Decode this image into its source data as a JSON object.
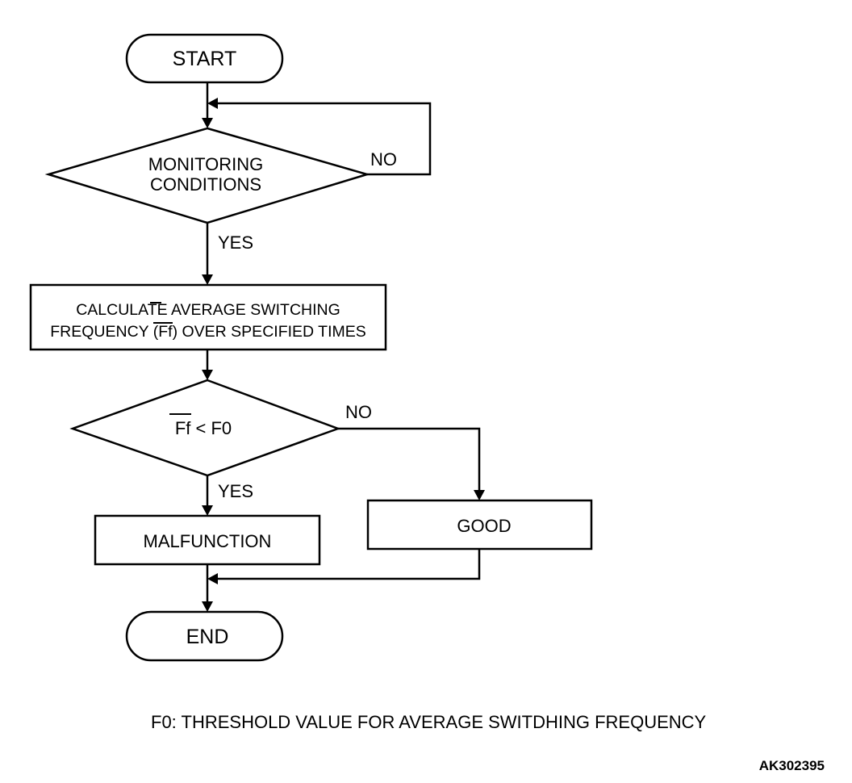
{
  "nodes": {
    "start": "START",
    "monitoring": [
      "MONITORING",
      "CONDITIONS"
    ],
    "calculate": {
      "line1_prefix": "CALCULAT",
      "line1_over": "E",
      "line1_suffix": " AVERAGE SWITCHING",
      "line2_prefix": "FREQUENCY (",
      "line2_over": "Ff",
      "line2_suffix": ") OVER SPECIFIED TIMES"
    },
    "compare": {
      "over": "Ff",
      "rest": " < F0"
    },
    "malfunction": "MALFUNCTION",
    "good": "GOOD",
    "end": "END"
  },
  "edge_labels": {
    "monitoring_no": "NO",
    "monitoring_yes": "YES",
    "compare_no": "NO",
    "compare_yes": "YES"
  },
  "footnote": "F0: THRESHOLD VALUE FOR AVERAGE SWITDHING FREQUENCY",
  "figure_code": "AK302395"
}
